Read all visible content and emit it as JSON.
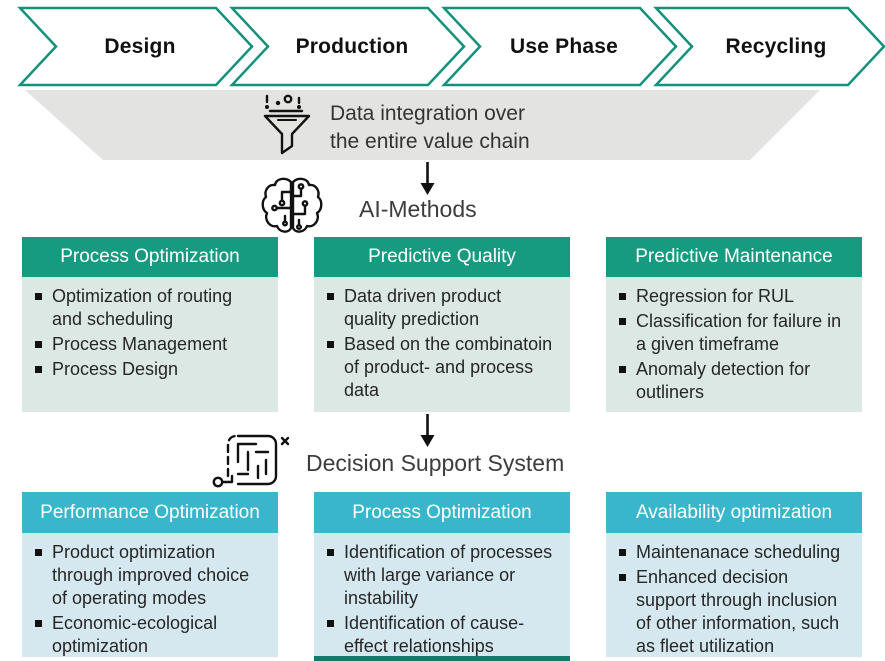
{
  "value_chain": {
    "stages": [
      {
        "label": "Design"
      },
      {
        "label": "Production"
      },
      {
        "label": "Use Phase"
      },
      {
        "label": "Recycling"
      }
    ]
  },
  "funnel": {
    "icon": "funnel-data-icon",
    "line1": "Data integration over",
    "line2": "the entire value chain"
  },
  "ai_section": {
    "icon": "brain-circuit-icon",
    "label": "AI-Methods",
    "boxes": [
      {
        "title": "Process Optimization",
        "items": [
          "Optimization of routing and scheduling",
          "Process Management",
          "Process Design"
        ]
      },
      {
        "title": "Predictive Quality",
        "items": [
          "Data driven product quality prediction",
          "Based on the combinatoin of product- and process data"
        ]
      },
      {
        "title": "Predictive Maintenance",
        "items": [
          "Regression for RUL",
          "Classification for failure in a given timeframe",
          "Anomaly detection for outliners"
        ]
      }
    ]
  },
  "dss_section": {
    "icon": "maze-solution-icon",
    "label": "Decision Support System",
    "boxes": [
      {
        "title": "Performance Optimization",
        "items": [
          "Product optimization through improved choice of operating modes",
          "Economic-ecological optimization"
        ]
      },
      {
        "title": "Process Optimization",
        "items": [
          "Identification of processes with large variance or instability",
          "Identification of cause-effect relationships"
        ]
      },
      {
        "title": "Availability optimization",
        "items": [
          "Maintenanace scheduling",
          "Enhanced decision support through inclusion of other information, such as fleet utilization"
        ]
      }
    ]
  },
  "colors": {
    "chevron_border": "#15917b",
    "ai_header_bg": "#169b80",
    "ai_body_bg": "#dce8e3",
    "dss_header_bg": "#39b6cb",
    "dss_body_bg": "#d6e8ef",
    "funnel_bg": "#e3e4e2",
    "cropped_bar": "#15796a"
  }
}
